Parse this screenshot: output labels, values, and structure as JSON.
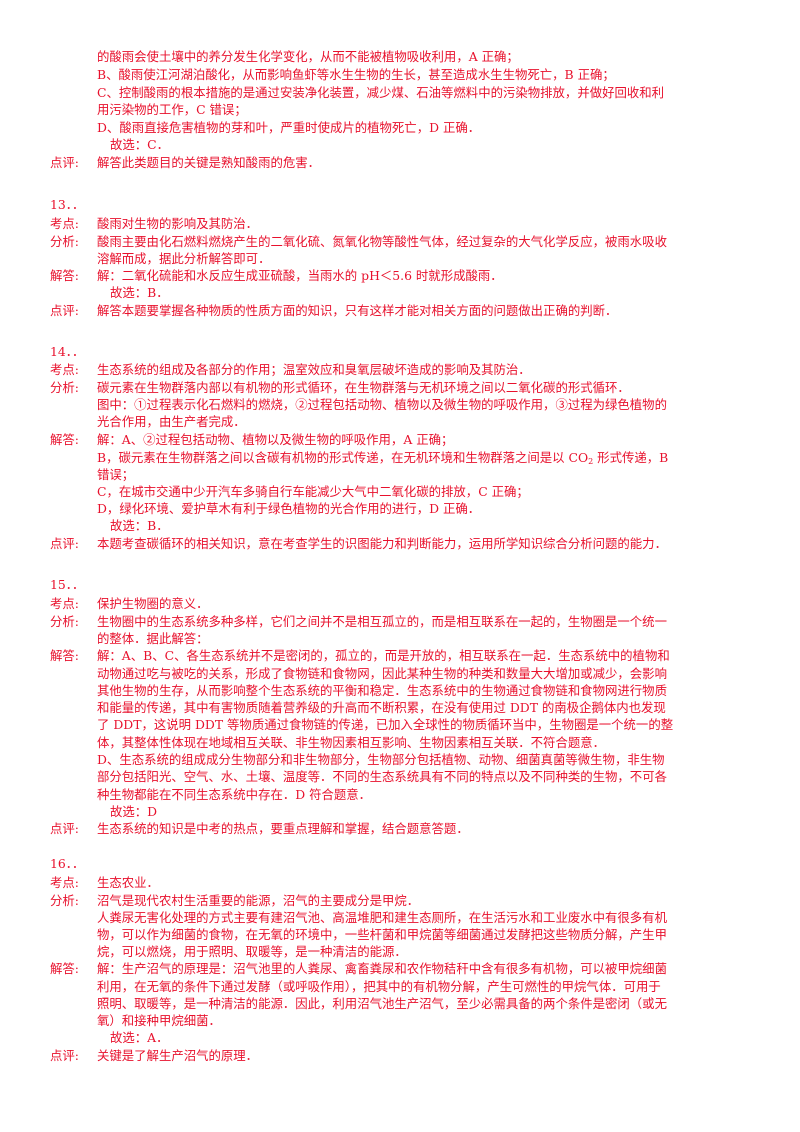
{
  "colors": {
    "text": "#e8112d",
    "background": "#ffffff"
  },
  "labels": {
    "kaodian": "考点:",
    "fenxi": "分析:",
    "jieda": "解答:",
    "dianping": "点评:"
  },
  "top": {
    "l1": "的酸雨会使土壤中的养分发生化学变化，从而不能被植物吸收利用，A 正确；",
    "l2": "B、酸雨使江河湖泊酸化，从而影响鱼虾等水生生物的生长，甚至造成水生生物死亡，B 正确；",
    "l3": "C、控制酸雨的根本措施的是通过安装净化装置，减少煤、石油等燃料中的污染物排放，并做好回收和利",
    "l4": "用污染物的工作，C 错误；",
    "l5": "D、酸雨直接危害植物的芽和叶，严重时使成片的植物死亡，D 正确．",
    "l6": "故选：C．",
    "dianping": "解答此类题目的关键是熟知酸雨的危害．"
  },
  "q13": {
    "num": "13．．",
    "kaodian": "酸雨对生物的影响及其防治．",
    "fenxi1": "酸雨主要由化石燃料燃烧产生的二氧化硫、氮氧化物等酸性气体，经过复杂的大气化学反应，被雨水吸收",
    "fenxi2": "溶解而成，据此分析解答即可．",
    "jieda1": "解：二氧化硫能和水反应生成亚硫酸，当雨水的 pH＜5.6 时就形成酸雨．",
    "jieda2": "故选：B．",
    "dianping": "解答本题要掌握各种物质的性质方面的知识，只有这样才能对相关方面的问题做出正确的判断．"
  },
  "q14": {
    "num": "14．．",
    "kaodian": "生态系统的组成及各部分的作用；温室效应和臭氧层破坏造成的影响及其防治．",
    "fenxi1": "碳元素在生物群落内部以有机物的形式循环，在生物群落与无机环境之间以二氧化碳的形式循环．",
    "fenxi2": "图中：①过程表示化石燃料的燃烧，②过程包括动物、植物以及微生物的呼吸作用，③过程为绿色植物的",
    "fenxi3": "光合作用，由生产者完成．",
    "jieda1": "解：A、②过程包括动物、植物以及微生物的呼吸作用，A 正确；",
    "jieda2a": "B，碳元素在生物群落之间以含碳有机物的形式传递，在无机环境和生物群落之间是以 CO",
    "jieda2sub": "2",
    "jieda2b": " 形式传递，B",
    "jieda3": "错误；",
    "jieda4": "C，在城市交通中少开汽车多骑自行车能减少大气中二氧化碳的排放，C 正确；",
    "jieda5": "D，绿化环境、爱护草木有利于绿色植物的光合作用的进行，D 正确．",
    "jieda6": "故选：B．",
    "dianping": "本题考查碳循环的相关知识，意在考查学生的识图能力和判断能力，运用所学知识综合分析问题的能力．"
  },
  "q15": {
    "num": "15．．",
    "kaodian": "保护生物圈的意义．",
    "fenxi1": "生物圈中的生态系统多种多样，它们之间并不是相互孤立的，而是相互联系在一起的，生物圈是一个统一",
    "fenxi2": "的整体．据此解答：",
    "jieda1": "解：A、B、C、各生态系统并不是密闭的，孤立的，而是开放的，相互联系在一起．生态系统中的植物和",
    "jieda2": "动物通过吃与被吃的关系，形成了食物链和食物网，因此某种生物的种类和数量大大增加或减少，会影响",
    "jieda3": "其他生物的生存，从而影响整个生态系统的平衡和稳定．生态系统中的生物通过食物链和食物网进行物质",
    "jieda4": "和能量的传递，其中有害物质随着营养级的升高而不断积累，在没有使用过 DDT 的南极企鹅体内也发现",
    "jieda5": "了 DDT，这说明 DDT 等物质通过食物链的传递，已加入全球性的物质循环当中，生物圈是一个统一的整",
    "jieda6": "体，其整体性体现在地域相互关联、非生物因素相互影响、生物因素相互关联．不符合题意．",
    "jieda7": "D、生态系统的组成成分生物部分和非生物部分，生物部分包括植物、动物、细菌真菌等微生物，非生物",
    "jieda8": "部分包括阳光、空气、水、土壤、温度等．不同的生态系统具有不同的特点以及不同种类的生物，不可各",
    "jieda9": "种生物都能在不同生态系统中存在．D 符合题意．",
    "jieda10": "故选：D",
    "dianping": "生态系统的知识是中考的热点，要重点理解和掌握，结合题意答题．"
  },
  "q16": {
    "num": "16．．",
    "kaodian": "生态农业．",
    "fenxi1": "沼气是现代农村生活重要的能源，沼气的主要成分是甲烷．",
    "fenxi2": "人粪尿无害化处理的方式主要有建沼气池、高温堆肥和建生态厕所，在生活污水和工业废水中有很多有机",
    "fenxi3": "物，可以作为细菌的食物，在无氧的环境中，一些杆菌和甲烷菌等细菌通过发酵把这些物质分解，产生甲",
    "fenxi4": "烷，可以燃烧，用于照明、取暖等，是一种清洁的能源．",
    "jieda1": "解：生产沼气的原理是：沼气池里的人粪尿、禽畜粪尿和农作物秸秆中含有很多有机物，可以被甲烷细菌",
    "jieda2": "利用，在无氧的条件下通过发酵（或呼吸作用），把其中的有机物分解，产生可燃性的甲烷气体．可用于",
    "jieda3": "照明、取暖等，是一种清洁的能源．因此，利用沼气池生产沼气，至少必需具备的两个条件是密闭（或无",
    "jieda4": "氧）和接种甲烷细菌．",
    "jieda5": "故选：A．",
    "dianping": "关键是了解生产沼气的原理．"
  }
}
